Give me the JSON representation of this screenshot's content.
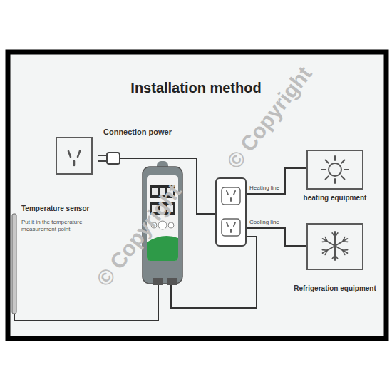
{
  "diagram": {
    "title": "Installation method",
    "nodes": [
      {
        "text": [
          "Connection power"
        ]
      },
      {
        "text": [
          "heating equipment"
        ]
      },
      {
        "text": [
          "Refrigeration equipment"
        ]
      }
    ],
    "labels": [
      "Temperature sensor",
      "Put it in the temperature measurement point",
      "Heating line",
      "Cooling line",
      "© Copyright",
      "© Copyright"
    ]
  }
}
